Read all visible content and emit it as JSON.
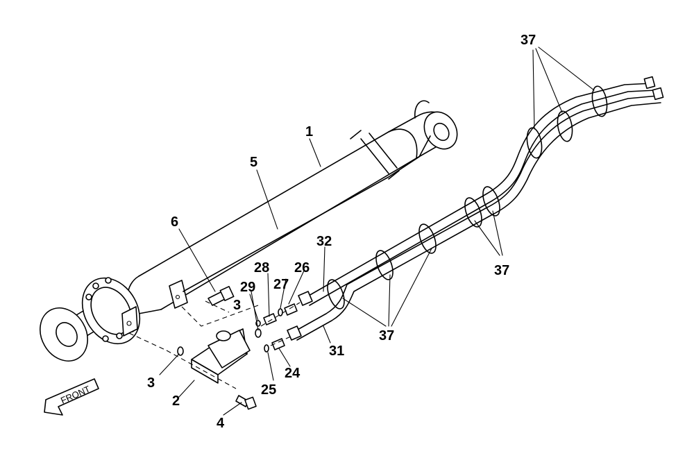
{
  "diagram": {
    "labels": {
      "p1": "1",
      "p2": "2",
      "p3a": "3",
      "p3b": "3",
      "p4": "4",
      "p5": "5",
      "p6": "6",
      "p24": "24",
      "p25": "25",
      "p26": "26",
      "p27": "27",
      "p28": "28",
      "p29": "29",
      "p31": "31",
      "p32": "32",
      "p37a": "37",
      "p37b": "37",
      "p37c": "37"
    },
    "front_arrow": {
      "text": "FRONT"
    }
  }
}
